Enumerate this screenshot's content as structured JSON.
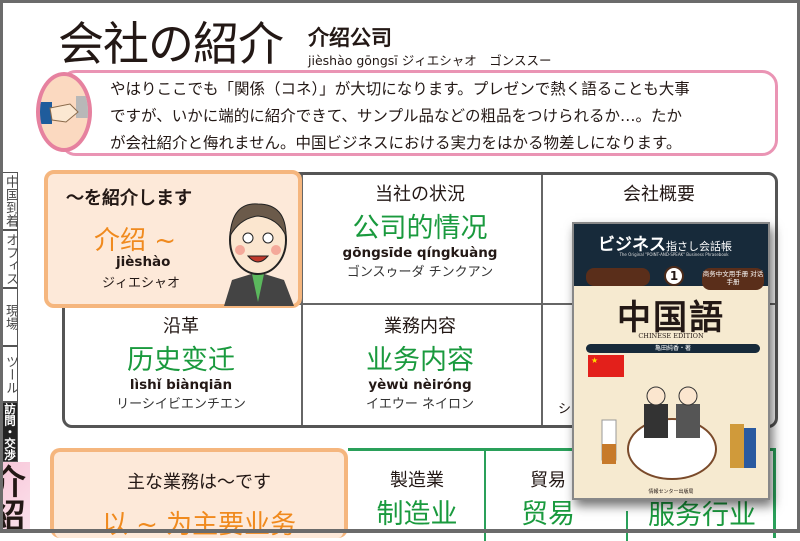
{
  "header": {
    "title": "会社の紹介",
    "chinese": "介绍公司",
    "reading": "jièshào gōngsī  ジィエシャオ　ゴンススー"
  },
  "intro": {
    "icon": "handshake-icon",
    "lines": [
      "やはりここでも「関係（コネ）」が大切になります。プレゼンで熱く語ることも大事",
      "ですが、いかに端的に紹介できて、サンプル品などの粗品をつけられるか…。たか",
      "が会社紹介と侮れません。中国ビジネスにおける実力をはかる物差しになります。"
    ]
  },
  "side_tabs": [
    {
      "label": "中国到着"
    },
    {
      "label": "オフィス"
    },
    {
      "label": "現場"
    },
    {
      "label": "ツール"
    },
    {
      "label": "訪問・交渉",
      "active": true
    }
  ],
  "side_section": "介紹",
  "phrases": [
    {
      "ja": "～を紹介します",
      "cn": "介绍 ~",
      "pinyin": "jièshào",
      "kana": "ジィエシャオ",
      "highlight": true
    },
    {
      "ja": "当社の状況",
      "cn": "公司的情况",
      "pinyin": "gōngsīde qíngkuàng",
      "kana": "ゴンスゥーダ チンクアン"
    },
    {
      "ja": "会社概要",
      "cn": "",
      "pinyin": "",
      "kana": ""
    },
    {
      "ja": "沿革",
      "cn": "历史变迁",
      "pinyin": "lìshǐ biànqiān",
      "kana": "リーシイビエンチエン"
    },
    {
      "ja": "業務内容",
      "cn": "业务内容",
      "pinyin": "yèwù nèiróng",
      "kana": "イエウー ネイロン"
    },
    {
      "ja": "",
      "cn": "",
      "pinyin": "",
      "kana": "シ"
    }
  ],
  "bottom_row": [
    {
      "ja": "主な業務は～です",
      "cn": "以 ~ 为主要业务",
      "highlight": true
    },
    {
      "ja": "製造業",
      "cn": "制造业"
    },
    {
      "ja": "貿易",
      "cn": "贸易"
    },
    {
      "ja": "",
      "cn": "服务行业"
    }
  ],
  "book_cover": {
    "series": "ビジネス",
    "series_sub": "指さし会話帳",
    "english": "The Original \"POINT-AND-SPEAK\" Business Phrasebook",
    "number": "1",
    "badge": "商务中文用手册 对话手册",
    "title": "中国語",
    "edition": "CHINESE EDITION",
    "author": "亀田純香・著",
    "publisher": "情報センター出版局"
  },
  "colors": {
    "green": "#1a9a3e",
    "orange": "#f08a1e",
    "pink": "#ea94b4",
    "peach": "#fde9d9"
  }
}
